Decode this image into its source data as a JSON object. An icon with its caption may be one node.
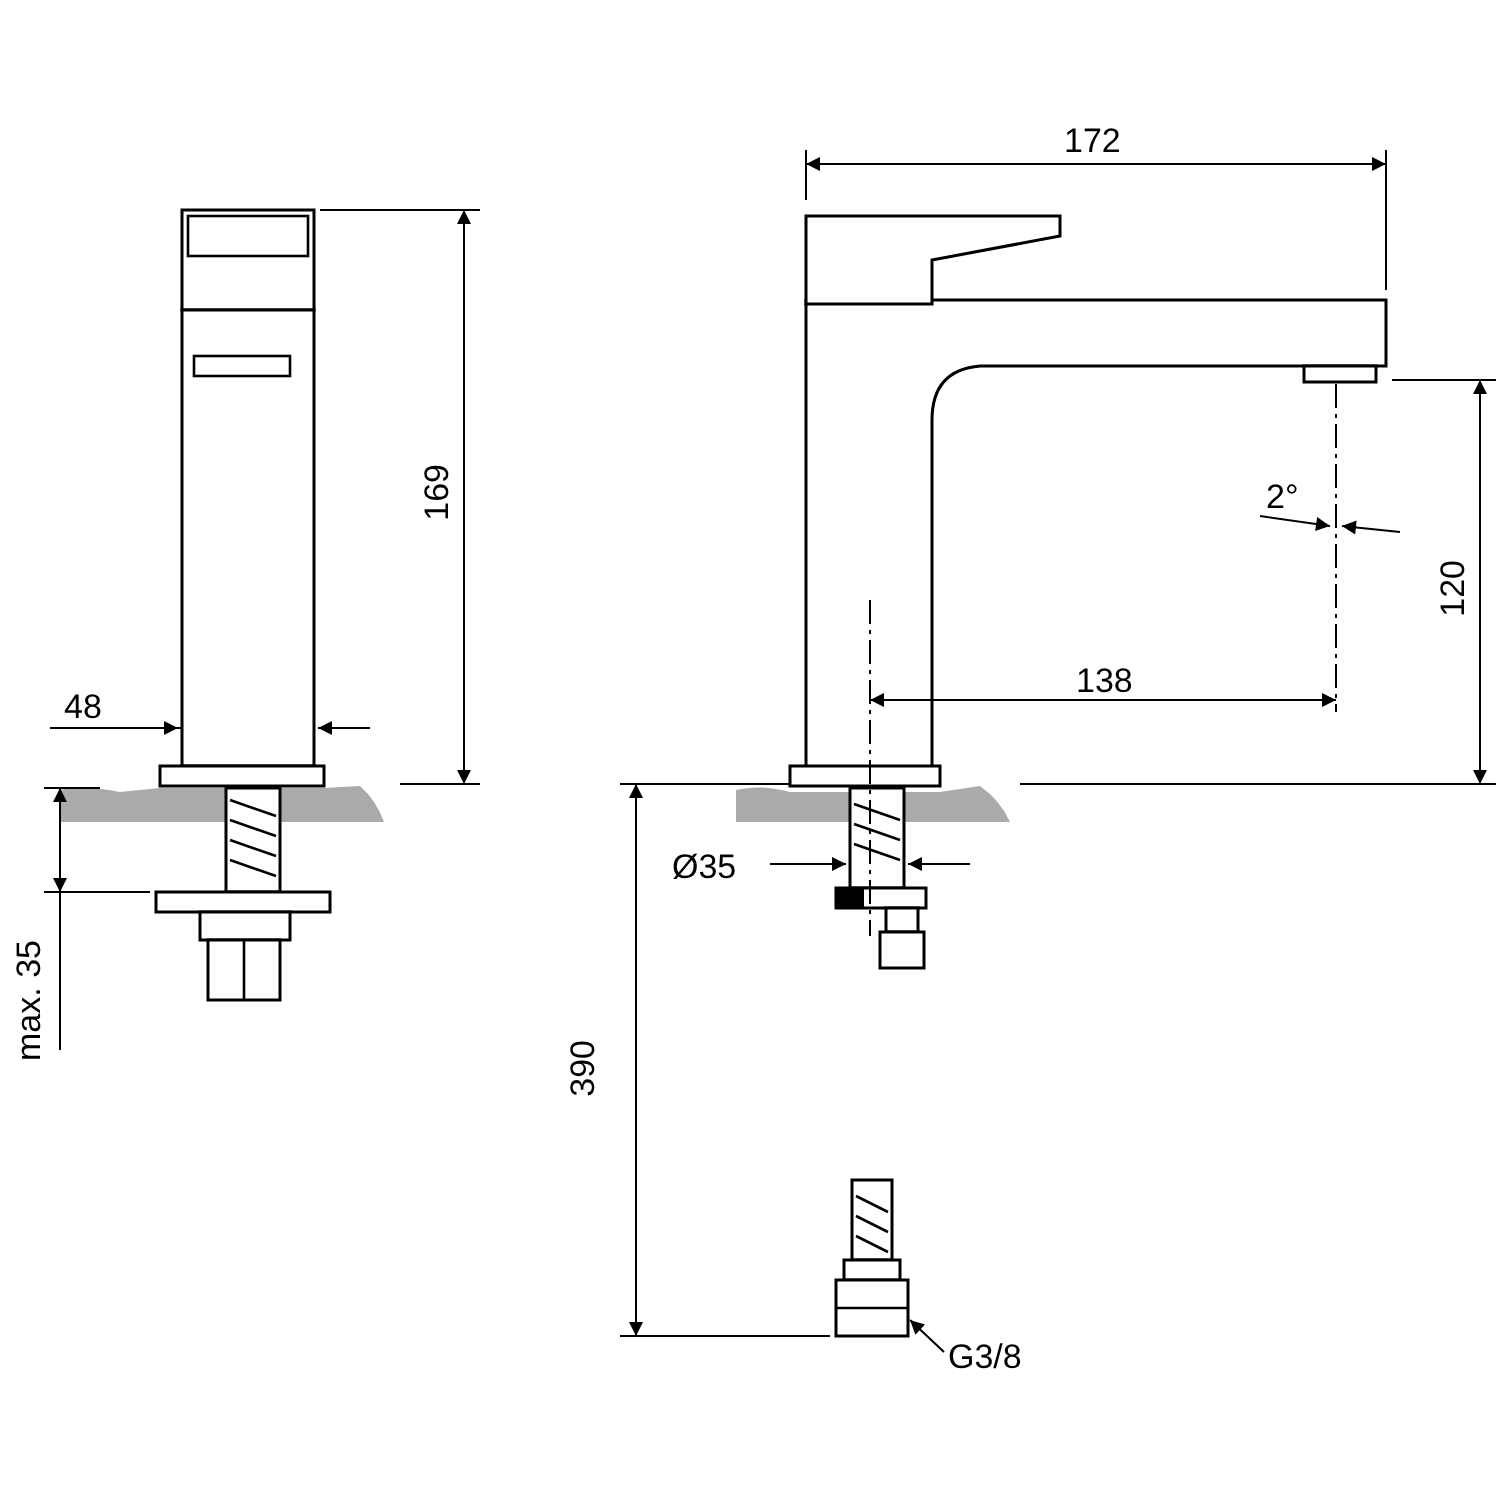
{
  "diagram": {
    "nodes": [
      {
        "text": [
          "G3/8"
        ]
      },
      {
        "text": [],
        "shape": "picture"
      }
    ],
    "edges": [
      {
        "from": 0,
        "to": 1,
        "arrow": "to"
      }
    ],
    "labels": [
      "172",
      "169",
      "2°",
      "120",
      "48",
      "138",
      "Ø35",
      "max. 35",
      "390"
    ]
  }
}
